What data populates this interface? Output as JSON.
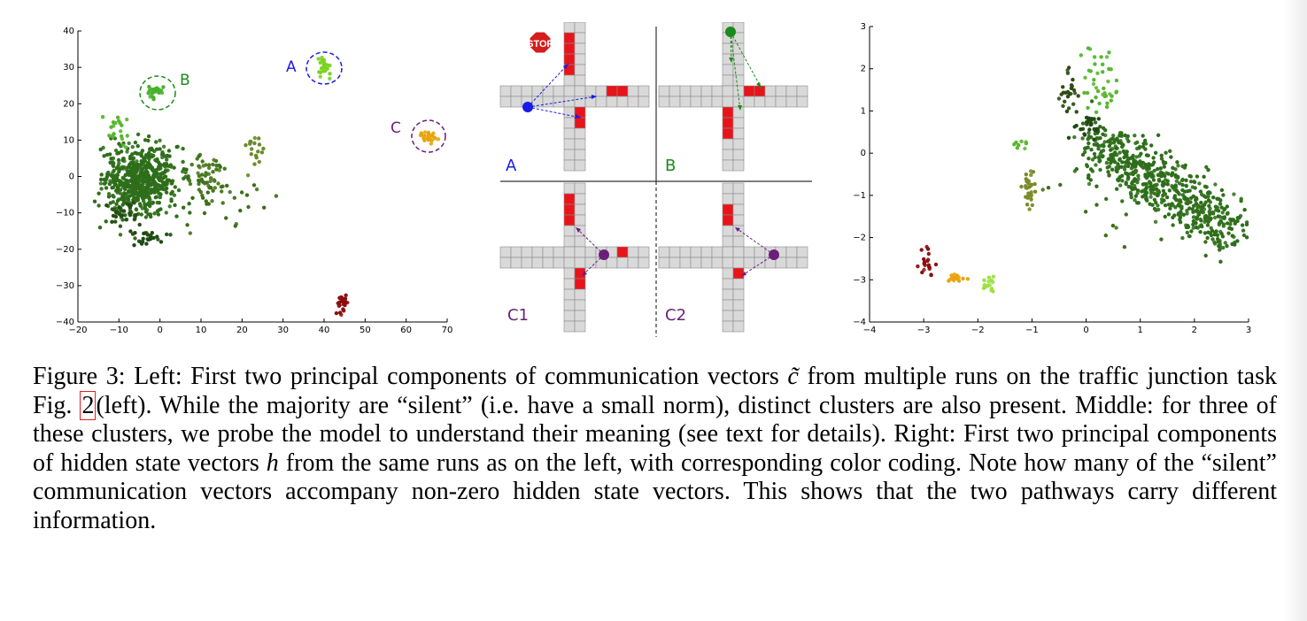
{
  "chart_data": [
    {
      "type": "scatter",
      "panel": "left",
      "xlim": [
        -20,
        70
      ],
      "ylim": [
        -40,
        40
      ],
      "xticks": [
        "−20",
        "−10",
        "0",
        "10",
        "20",
        "30",
        "40",
        "50",
        "60",
        "70"
      ],
      "yticks": [
        "−40",
        "−30",
        "−20",
        "−10",
        "0",
        "10",
        "20",
        "30",
        "40"
      ],
      "grid": false,
      "clusters": [
        {
          "label": "",
          "center": [
            -5,
            -1
          ],
          "spread": [
            4.5,
            4.5
          ],
          "n": 620,
          "color": "#2e6e1a"
        },
        {
          "label": "",
          "center": [
            -3,
            -17
          ],
          "spread": [
            2.5,
            1
          ],
          "n": 30,
          "color": "#1f4a12"
        },
        {
          "label": "",
          "center": [
            -9,
            -10
          ],
          "spread": [
            2,
            1.5
          ],
          "n": 30,
          "color": "#244f14"
        },
        {
          "label": "",
          "center": [
            11,
            0
          ],
          "spread": [
            2,
            3
          ],
          "n": 45,
          "color": "#4a7a20"
        },
        {
          "label": "",
          "center": [
            -10,
            13
          ],
          "spread": [
            1.5,
            2
          ],
          "n": 20,
          "color": "#58b830"
        },
        {
          "label": "",
          "center": [
            23,
            7
          ],
          "spread": [
            1,
            3.5
          ],
          "n": 18,
          "color": "#6a8a28"
        },
        {
          "label": "",
          "center": [
            14,
            -5
          ],
          "spread": [
            6,
            5
          ],
          "n": 40,
          "color": "#3c6f18"
        },
        {
          "label": "A",
          "center": [
            40,
            30
          ],
          "spread": [
            0.8,
            1.5
          ],
          "n": 24,
          "color": "#7cd222"
        },
        {
          "label": "B",
          "center": [
            -1,
            23
          ],
          "spread": [
            1.2,
            0.8
          ],
          "n": 24,
          "color": "#48b22e"
        },
        {
          "label": "C",
          "center": [
            65.5,
            11
          ],
          "spread": [
            0.9,
            0.7
          ],
          "n": 24,
          "color": "#e8a40c"
        },
        {
          "label": "",
          "center": [
            44.5,
            -35
          ],
          "spread": [
            0.7,
            1.5
          ],
          "n": 24,
          "color": "#8a0d0d"
        }
      ],
      "annotations": [
        {
          "text": "A",
          "color": "#1a1ae6"
        },
        {
          "text": "B",
          "color": "#1b8a1b"
        },
        {
          "text": "C",
          "color": "#6a1f7a"
        }
      ]
    },
    {
      "type": "scatter",
      "panel": "right",
      "xlim": [
        -4,
        3
      ],
      "ylim": [
        -4,
        3
      ],
      "xticks": [
        "−4",
        "−3",
        "−2",
        "−1",
        "0",
        "1",
        "2",
        "3"
      ],
      "yticks": [
        "−4",
        "−3",
        "−2",
        "−1",
        "0",
        "1",
        "2",
        "3"
      ],
      "grid": false,
      "clusters": [
        {
          "label": "",
          "band_from": [
            0.1,
            0.3
          ],
          "band_to": [
            2.7,
            -1.9
          ],
          "band_width": 0.35,
          "n": 620,
          "color": "#2e6e1a"
        },
        {
          "label": "",
          "center": [
            -0.35,
            1.4
          ],
          "spread": [
            0.1,
            0.25
          ],
          "n": 25,
          "color": "#2e4a14"
        },
        {
          "label": "",
          "center": [
            0.25,
            1.7
          ],
          "spread": [
            0.2,
            0.45
          ],
          "n": 40,
          "color": "#58b830"
        },
        {
          "label": "",
          "center": [
            -1.05,
            -0.85
          ],
          "spread": [
            0.06,
            0.22
          ],
          "n": 30,
          "color": "#7a8a28"
        },
        {
          "label": "",
          "center": [
            -1.2,
            0.2
          ],
          "spread": [
            0.05,
            0.08
          ],
          "n": 8,
          "color": "#58b830"
        },
        {
          "label": "",
          "center": [
            0.05,
            0.6
          ],
          "spread": [
            0.15,
            0.2
          ],
          "n": 25,
          "color": "#1f4a12"
        },
        {
          "label": "",
          "center": [
            -2.95,
            -2.65
          ],
          "spread": [
            0.08,
            0.18
          ],
          "n": 20,
          "color": "#8a0d0d"
        },
        {
          "label": "",
          "center": [
            -2.45,
            -2.95
          ],
          "spread": [
            0.08,
            0.05
          ],
          "n": 15,
          "color": "#e8a40c"
        },
        {
          "label": "",
          "center": [
            -1.8,
            -3.1
          ],
          "spread": [
            0.06,
            0.12
          ],
          "n": 15,
          "color": "#9ee040"
        },
        {
          "label": "",
          "center": [
            1.0,
            -1.2
          ],
          "spread": [
            0.9,
            0.5
          ],
          "n": 30,
          "color": "#3c6f18"
        }
      ]
    }
  ],
  "diagram": {
    "stop_label": "STOP",
    "panels": [
      {
        "label": "A",
        "color": "#1a1ae6"
      },
      {
        "label": "B",
        "color": "#1b8a1b"
      },
      {
        "label": "C1",
        "color": "#6a1f7a"
      },
      {
        "label": "C2",
        "color": "#6a1f7a"
      }
    ]
  },
  "caption": {
    "part1": "Figure 3: Left: First two principal components of communication vectors ",
    "math_c": "c̃",
    "part2": " from multiple runs on the traffic junction task Fig. ",
    "ref": "2",
    "part3": "(left). While the majority are “silent” (i.e. have a small norm), distinct clusters are also present. Middle: for three of these clusters, we probe the model to understand their meaning (see text for details). Right: First two principal components of hidden state vectors ",
    "math_h": "h",
    "part4": " from the same runs as on the left, with corresponding color coding. Note how many of the “silent” communication vectors accompany non-zero hidden state vectors. This shows that the two pathways carry different information."
  }
}
